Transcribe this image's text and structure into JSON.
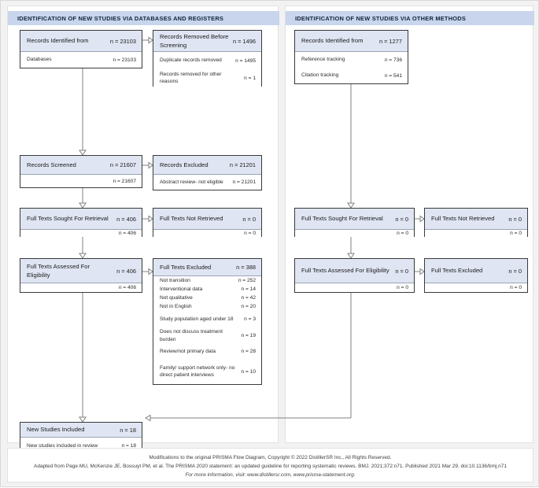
{
  "panels": {
    "left": {
      "title": "IDENTIFICATION OF NEW STUDIES VIA DATABASES AND REGISTERS"
    },
    "right": {
      "title": "IDENTIFICATION OF NEW STUDIES VIA OTHER METHODS"
    }
  },
  "colors": {
    "header_bar": "#c8d5ec",
    "box_head": "#dfe5f2",
    "box_border": "#3a3a3a",
    "connector": "#808080",
    "page_bg": "#f2f2f2"
  },
  "boxes": {
    "records_identified_db": {
      "title": "Records Identified from",
      "count": "n = 23103",
      "rows": [
        {
          "label": "Databases",
          "count": "n = 23103"
        }
      ]
    },
    "records_removed": {
      "title": "Records Removed Before Screening",
      "count": "n = 1496",
      "rows": [
        {
          "label": "Duplicate records removed",
          "count": "n = 1495"
        },
        {
          "label": "Records removed for other reasons",
          "count": "n = 1"
        }
      ]
    },
    "records_screened": {
      "title": "Records Screened",
      "count": "n = 21607",
      "rows": [
        {
          "label": "",
          "count": "n = 21607"
        }
      ]
    },
    "records_excluded": {
      "title": "Records Excluded",
      "count": "n = 21201",
      "rows": [
        {
          "label": "Abstract review- not eligible",
          "count": "n = 21201"
        }
      ]
    },
    "full_texts_sought": {
      "title": "Full Texts Sought For Retrieval",
      "count": "n = 406",
      "rows": [
        {
          "label": "",
          "count": "n = 406"
        }
      ]
    },
    "full_texts_not_retrieved": {
      "title": "Full Texts Not Retrieved",
      "count": "n = 0",
      "rows": [
        {
          "label": "",
          "count": "n = 0"
        }
      ]
    },
    "full_texts_assessed": {
      "title": "Full Texts Assessed For Eligibility",
      "count": "n = 406",
      "rows": [
        {
          "label": "",
          "count": "n = 406"
        }
      ]
    },
    "full_texts_excluded": {
      "title": "Full Texts Excluded",
      "count": "n = 388",
      "rows": [
        {
          "label": "Not transition",
          "count": "n = 252"
        },
        {
          "label": "Interventional data",
          "count": "n = 14"
        },
        {
          "label": "Not qualitative",
          "count": "n = 42"
        },
        {
          "label": "Not in English",
          "count": "n = 20"
        },
        {
          "label": "Study population aged under 18",
          "count": "n = 3"
        },
        {
          "label": "Does not discuss treatment burden",
          "count": "n = 19"
        },
        {
          "label": "Review/not primary data",
          "count": "n = 28"
        },
        {
          "label": "Family/ support network only- no direct patient interviews",
          "count": "n = 10"
        }
      ]
    },
    "new_studies_included": {
      "title": "New Studies Included",
      "count": "n = 18",
      "rows": [
        {
          "label": "New studies included in review",
          "count": "n = 18"
        }
      ]
    },
    "records_identified_other": {
      "title": "Records Identified from",
      "count": "n = 1277",
      "rows": [
        {
          "label": "Reference tracking",
          "count": "n = 736"
        },
        {
          "label": "Citation tracking",
          "count": "n = 541"
        }
      ]
    },
    "full_texts_sought_other": {
      "title": "Full Texts Sought For Retrieval",
      "count": "n = 0",
      "rows": [
        {
          "label": "",
          "count": "n = 0"
        }
      ]
    },
    "full_texts_not_retrieved_other": {
      "title": "Full Texts Not Retrieved",
      "count": "n = 0",
      "rows": [
        {
          "label": "",
          "count": "n = 0"
        }
      ]
    },
    "full_texts_assessed_other": {
      "title": "Full Texts Assessed For Eligibility",
      "count": "n = 0",
      "rows": [
        {
          "label": "",
          "count": "n = 0"
        }
      ]
    },
    "full_texts_excluded_other": {
      "title": "Full Texts Excluded",
      "count": "n = 0",
      "rows": [
        {
          "label": "",
          "count": "n = 0"
        }
      ]
    }
  },
  "footer": {
    "line1": "Modifications to the original PRISMA Flow Diagram, Copyright © 2022 DistillerSR Inc., All Rights Reserved.",
    "line2": "Adapted from Page MU, McKenzie JE, Bossuyt PM, et al. The PRISMA 2020 statement: an updated guideline for reporting systematic reviews. BMJ. 2021;372:n71. Published 2021 Mar 29. doi:10.1136/bmj.n71",
    "line3": "For more information, visit: www.distillersr.com, www.prisma-statement.org."
  }
}
